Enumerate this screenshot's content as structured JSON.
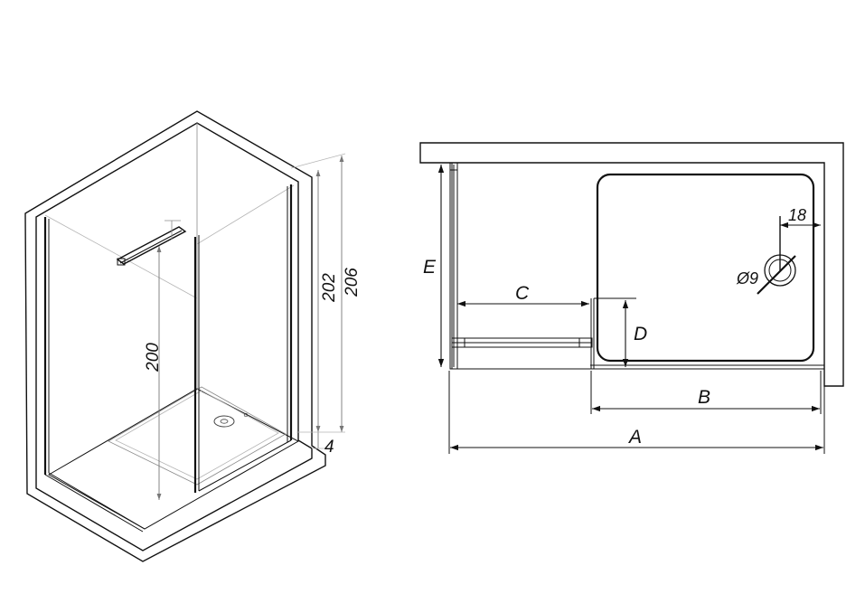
{
  "iso_view": {
    "dim_total_height": "206",
    "dim_panel_height": "202",
    "dim_tray_height": "4",
    "dim_inner_height": "200"
  },
  "plan_view": {
    "dim_a": "A",
    "dim_b": "B",
    "dim_c": "C",
    "dim_d": "D",
    "dim_e": "E",
    "dim_offset": "18",
    "dim_drain": "Ø9"
  }
}
